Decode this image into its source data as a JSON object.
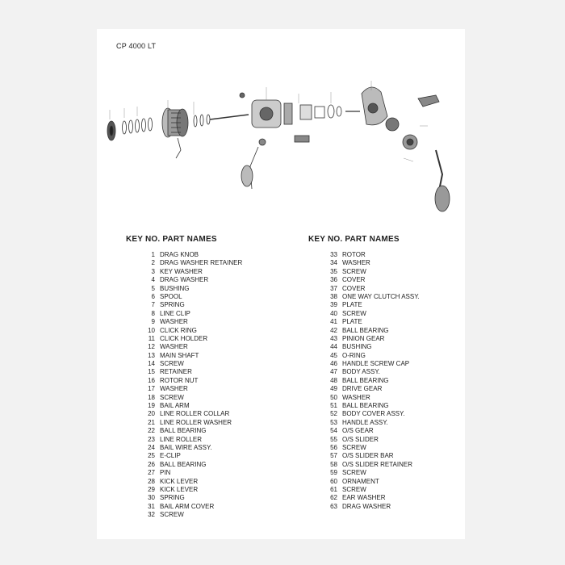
{
  "header": {
    "model": "CP 4000 LT"
  },
  "table": {
    "heading": "KEY NO. PART NAMES",
    "left": [
      {
        "no": "1",
        "name": "DRAG KNOB"
      },
      {
        "no": "2",
        "name": "DRAG WASHER RETAINER"
      },
      {
        "no": "3",
        "name": "KEY WASHER"
      },
      {
        "no": "4",
        "name": "DRAG WASHER"
      },
      {
        "no": "5",
        "name": "BUSHING"
      },
      {
        "no": "6",
        "name": "SPOOL"
      },
      {
        "no": "7",
        "name": "SPRING"
      },
      {
        "no": "8",
        "name": "LINE CLIP"
      },
      {
        "no": "9",
        "name": "WASHER"
      },
      {
        "no": "10",
        "name": "CLICK RING"
      },
      {
        "no": "11",
        "name": "CLICK HOLDER"
      },
      {
        "no": "12",
        "name": "WASHER"
      },
      {
        "no": "13",
        "name": "MAIN SHAFT"
      },
      {
        "no": "14",
        "name": "SCREW"
      },
      {
        "no": "15",
        "name": "RETAINER"
      },
      {
        "no": "16",
        "name": "ROTOR NUT"
      },
      {
        "no": "17",
        "name": "WASHER"
      },
      {
        "no": "18",
        "name": "SCREW"
      },
      {
        "no": "19",
        "name": "BAIL ARM"
      },
      {
        "no": "20",
        "name": "LINE ROLLER COLLAR"
      },
      {
        "no": "21",
        "name": "LINE ROLLER WASHER"
      },
      {
        "no": "22",
        "name": "BALL BEARING"
      },
      {
        "no": "23",
        "name": "LINE ROLLER"
      },
      {
        "no": "24",
        "name": "BAIL WIRE ASSY."
      },
      {
        "no": "25",
        "name": "E-CLIP"
      },
      {
        "no": "26",
        "name": "BALL BEARING"
      },
      {
        "no": "27",
        "name": "PIN"
      },
      {
        "no": "28",
        "name": "KICK LEVER"
      },
      {
        "no": "29",
        "name": "KICK LEVER"
      },
      {
        "no": "30",
        "name": "SPRING"
      },
      {
        "no": "31",
        "name": "BAIL ARM COVER"
      },
      {
        "no": "32",
        "name": "SCREW"
      }
    ],
    "right": [
      {
        "no": "33",
        "name": "ROTOR"
      },
      {
        "no": "34",
        "name": "WASHER"
      },
      {
        "no": "35",
        "name": "SCREW"
      },
      {
        "no": "36",
        "name": "COVER"
      },
      {
        "no": "37",
        "name": "COVER"
      },
      {
        "no": "38",
        "name": "ONE WAY CLUTCH ASSY."
      },
      {
        "no": "39",
        "name": "PLATE"
      },
      {
        "no": "40",
        "name": "SCREW"
      },
      {
        "no": "41",
        "name": "PLATE"
      },
      {
        "no": "42",
        "name": "BALL BEARING"
      },
      {
        "no": "43",
        "name": "PINION GEAR"
      },
      {
        "no": "44",
        "name": "BUSHING"
      },
      {
        "no": "45",
        "name": "O-RING"
      },
      {
        "no": "46",
        "name": "HANDLE SCREW CAP"
      },
      {
        "no": "47",
        "name": "BODY ASSY."
      },
      {
        "no": "48",
        "name": "BALL BEARING"
      },
      {
        "no": "49",
        "name": "DRIVE GEAR"
      },
      {
        "no": "50",
        "name": "WASHER"
      },
      {
        "no": "51",
        "name": "BALL BEARING"
      },
      {
        "no": "52",
        "name": "BODY COVER ASSY."
      },
      {
        "no": "53",
        "name": "HANDLE ASSY."
      },
      {
        "no": "54",
        "name": "O/S GEAR"
      },
      {
        "no": "55",
        "name": "O/S SLIDER"
      },
      {
        "no": "56",
        "name": "SCREW"
      },
      {
        "no": "57",
        "name": "O/S SLIDER BAR"
      },
      {
        "no": "58",
        "name": "O/S SLIDER RETAINER"
      },
      {
        "no": "59",
        "name": "SCREW"
      },
      {
        "no": "60",
        "name": "ORNAMENT"
      },
      {
        "no": "61",
        "name": "SCREW"
      },
      {
        "no": "62",
        "name": "EAR WASHER"
      },
      {
        "no": "63",
        "name": "DRAG WASHER"
      }
    ]
  }
}
